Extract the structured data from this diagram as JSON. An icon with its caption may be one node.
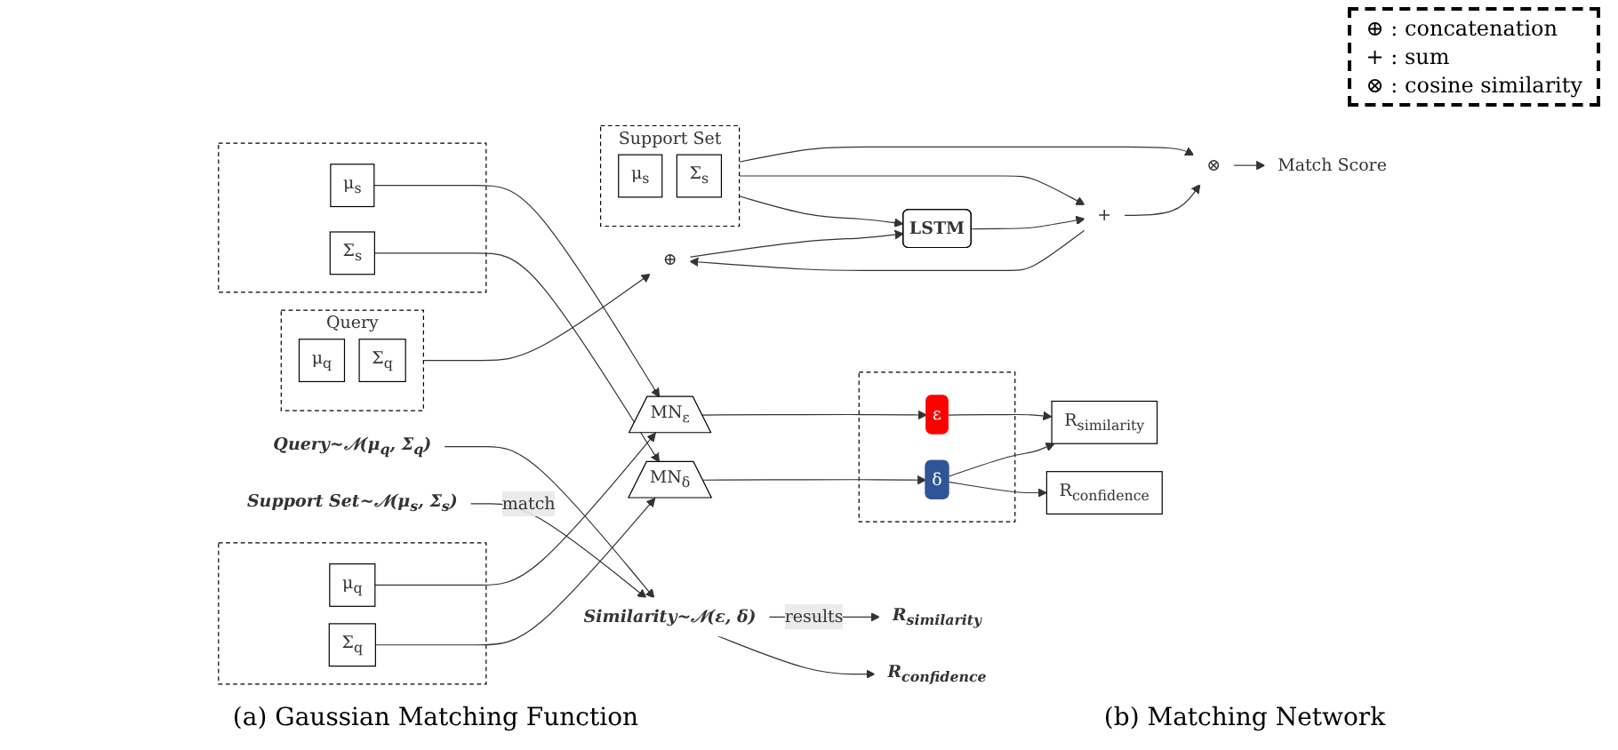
{
  "diagram": {
    "nodes": [
      {
        "text": [
          "Support Set~𝒩(μ$_{s}$, Σ$_{s}$)"
        ]
      },
      {
        "text": [
          "Query~𝒩(μ$_{q}$, Σ$_{q}$)"
        ]
      },
      {
        "text": [
          "Similarity~𝒩(ε, δ)"
        ]
      },
      {
        "text": [
          "R$_{similarity}$"
        ]
      },
      {
        "text": [
          "R$_{confidence}$"
        ]
      },
      {
        "text": [],
        "shape": "box"
      },
      {
        "text": [
          "μ$_{s}$"
        ],
        "in": 5
      },
      {
        "text": [
          "Σ$_{s}$"
        ],
        "in": 5
      },
      {
        "text": [],
        "shape": "box"
      },
      {
        "text": [
          "μ$_{q}$"
        ],
        "in": 8
      },
      {
        "text": [
          "Σ$_{q}$"
        ],
        "in": 8
      },
      {
        "text": [
          "MN$_{ε}$"
        ]
      },
      {
        "text": [
          "MN$_{δ}$"
        ]
      },
      {
        "text": [],
        "shape": "box"
      },
      {
        "text": [
          "ε"
        ],
        "in": 13
      },
      {
        "text": [
          "δ"
        ],
        "in": 13
      },
      {
        "text": [
          "R$_{similarity}$"
        ]
      },
      {
        "text": [
          "R$_{confidence}$"
        ]
      },
      {
        "text": [
          "Match Score"
        ]
      },
      {
        "text": [
          "⊗"
        ]
      },
      {
        "text": [
          "+"
        ]
      },
      {
        "text": [
          "⊕"
        ]
      },
      {
        "text": [
          "LSTM"
        ]
      },
      {
        "text": [],
        "shape": "box",
        "beside": [
          "Query"
        ]
      },
      {
        "text": [
          "μ$_{q}$"
        ],
        "in": 23
      },
      {
        "text": [
          "Σ$_{q}$"
        ],
        "in": 23
      },
      {
        "text": [],
        "shape": "box",
        "beside": [
          "Support Set"
        ]
      },
      {
        "text": [
          "μ$_{s}$"
        ],
        "in": 26
      },
      {
        "text": [
          "Σ$_{s}$"
        ],
        "in": 26
      }
    ],
    "edges": [
      {
        "from": 0,
        "to": 2,
        "arrow": "to",
        "label": "match"
      },
      {
        "from": 1,
        "to": 2,
        "arrow": "to"
      },
      {
        "from": 2,
        "to": 3,
        "arrow": "to",
        "label": "results"
      },
      {
        "from": 2,
        "to": 4,
        "arrow": "to"
      },
      {
        "from": 6,
        "to": 11,
        "arrow": "to"
      },
      {
        "from": 7,
        "to": 12,
        "arrow": "to"
      },
      {
        "from": 9,
        "to": 11,
        "arrow": "to"
      },
      {
        "from": 10,
        "to": 12,
        "arrow": "to"
      },
      {
        "from": 11,
        "to": 14,
        "arrow": "to"
      },
      {
        "from": 12,
        "to": 15,
        "arrow": "to"
      },
      {
        "from": 14,
        "to": 16,
        "arrow": "to"
      },
      {
        "from": 15,
        "to": 16,
        "arrow": "to"
      },
      {
        "from": 15,
        "to": 17,
        "arrow": "to"
      },
      {
        "from": 19,
        "to": 18,
        "arrow": "to"
      },
      {
        "from": 20,
        "to": 19,
        "arrow": "to"
      },
      {
        "from": 26,
        "to": 19,
        "arrow": "to"
      },
      {
        "from": 26,
        "to": 20,
        "arrow": "to"
      },
      {
        "from": 20,
        "to": 21,
        "arrow": "to"
      },
      {
        "from": 21,
        "to": 22,
        "arrow": "to"
      },
      {
        "from": 22,
        "to": 20,
        "arrow": "to"
      },
      {
        "from": 23,
        "to": 21,
        "arrow": "to"
      },
      {
        "from": 26,
        "to": 22,
        "arrow": "to"
      }
    ],
    "labels": [
      "(a) Gaussian Matching Function",
      "(b) Matching Network"
    ],
    "legend": [
      {
        "text": "⊕ : concatenation"
      },
      {
        "text": "+ : sum"
      },
      {
        "text": "⊗ : cosine similarity"
      }
    ]
  }
}
